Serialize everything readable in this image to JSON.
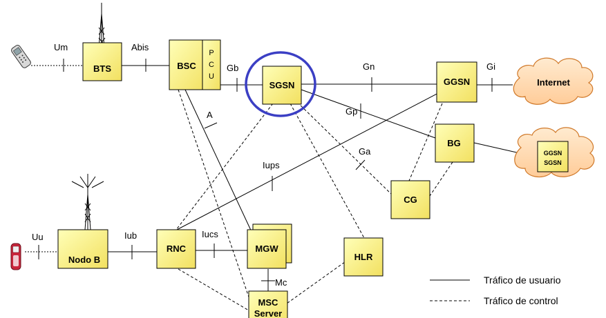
{
  "nodes": {
    "bts": "BTS",
    "bsc": "BSC",
    "pcu": [
      "P",
      "C",
      "U"
    ],
    "sgsn": "SGSN",
    "ggsn": "GGSN",
    "internet": "Internet",
    "bg": "BG",
    "ext_ggsn": "GGSN",
    "ext_sgsn": "SGSN",
    "cg": "CG",
    "nodo_b": "Nodo B",
    "rnc": "RNC",
    "mgw": "MGW",
    "hlr": "HLR",
    "msc_server_line1": "MSC",
    "msc_server_line2": "Server"
  },
  "interfaces": {
    "um": "Um",
    "abis": "Abis",
    "gb": "Gb",
    "gn": "Gn",
    "gi": "Gi",
    "gp": "Gp",
    "a": "A",
    "ga": "Ga",
    "iups": "Iups",
    "uu": "Uu",
    "iub": "Iub",
    "iucs": "Iucs",
    "mc": "Mc"
  },
  "legend": {
    "user_traffic": "Tráfico de usuario",
    "control_traffic": "Tráfico de control"
  },
  "colors": {
    "node_fill": "#FFFF99",
    "node_stroke": "#000000",
    "cloud_fill": "#FFE0B2",
    "cloud_stroke": "#D07828",
    "highlight_ring": "#3B3FC4"
  }
}
